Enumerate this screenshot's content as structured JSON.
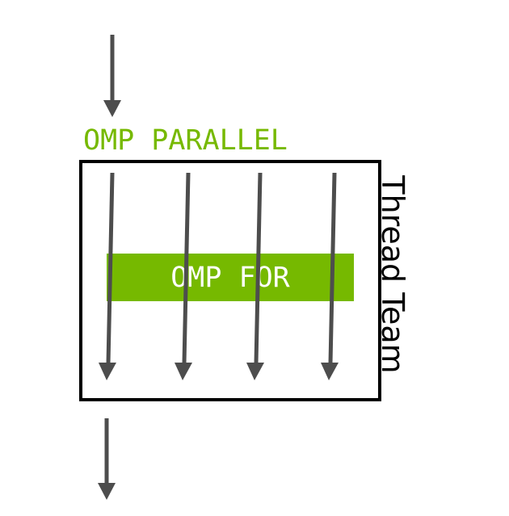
{
  "parallel_label": "OMP PARALLEL",
  "for_label": "OMP FOR",
  "team_label": "Thread Team",
  "colors": {
    "accent_green": "#76b900",
    "arrow_gray": "#4d4d4d",
    "box_border": "#000000"
  }
}
